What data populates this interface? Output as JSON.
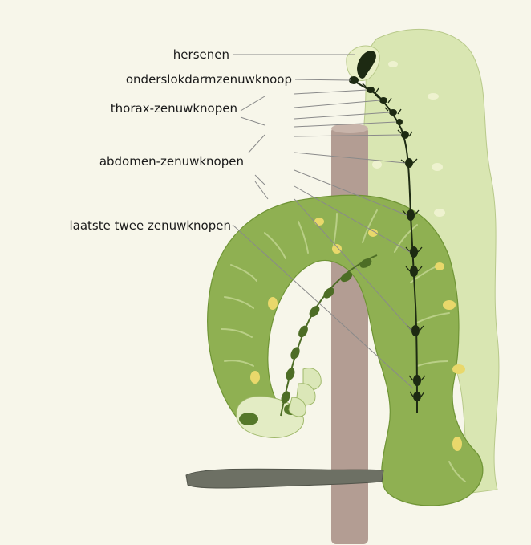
{
  "labels": {
    "brain": "hersenen",
    "subesophageal": "onderslokdarmzenuwknoop",
    "thoracic": "thorax-zenuwknopen",
    "abdominal": "abdomen-zenuwknopen",
    "last_two": "laatste twee zenuwknopen"
  },
  "colors": {
    "background": "#f7f6ea",
    "larva_pale": "#d9e6b2",
    "larva_body": "#8fb052",
    "larva_dark": "#6f9435",
    "spots": "#e9d86b",
    "ganglia": "#1d2a12",
    "stick": "#b39d93",
    "forceps": "#6d7064"
  }
}
